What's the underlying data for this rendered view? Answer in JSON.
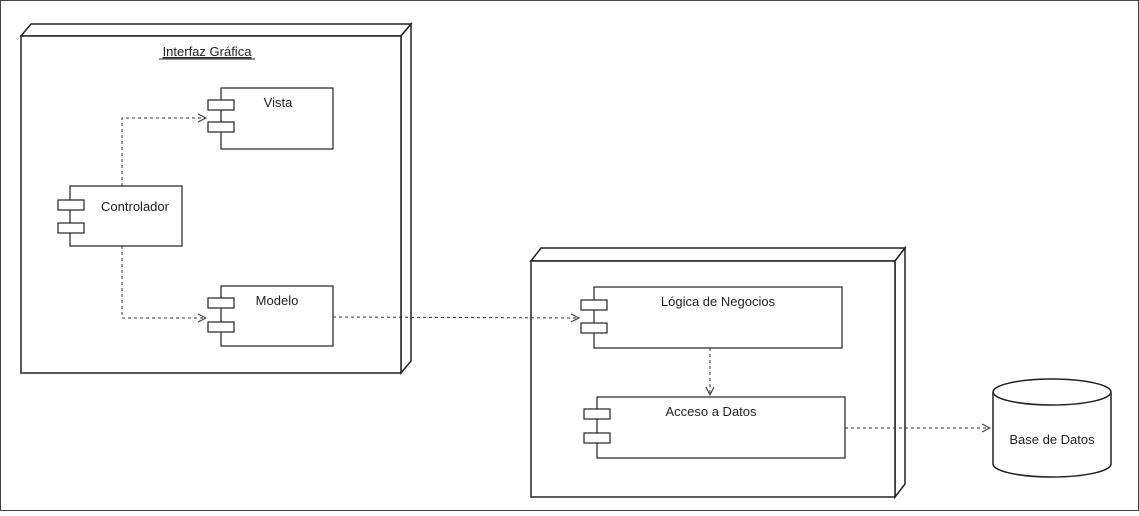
{
  "diagram": {
    "nodes": {
      "interfaz": {
        "label": "Interfaz Gráfica"
      },
      "vista": {
        "label": "Vista"
      },
      "controlador": {
        "label": "Controlador"
      },
      "modelo": {
        "label": "Modelo"
      },
      "logica": {
        "label": "Lógica de Negocios"
      },
      "acceso": {
        "label": "Acceso a Datos"
      },
      "base": {
        "label": "Base de Datos"
      }
    },
    "edges": [
      {
        "from": "controlador",
        "to": "vista",
        "style": "dashed"
      },
      {
        "from": "controlador",
        "to": "modelo",
        "style": "dashed"
      },
      {
        "from": "modelo",
        "to": "logica",
        "style": "dashed"
      },
      {
        "from": "logica",
        "to": "acceso",
        "style": "dashed"
      },
      {
        "from": "acceso",
        "to": "base",
        "style": "dashed"
      }
    ]
  }
}
